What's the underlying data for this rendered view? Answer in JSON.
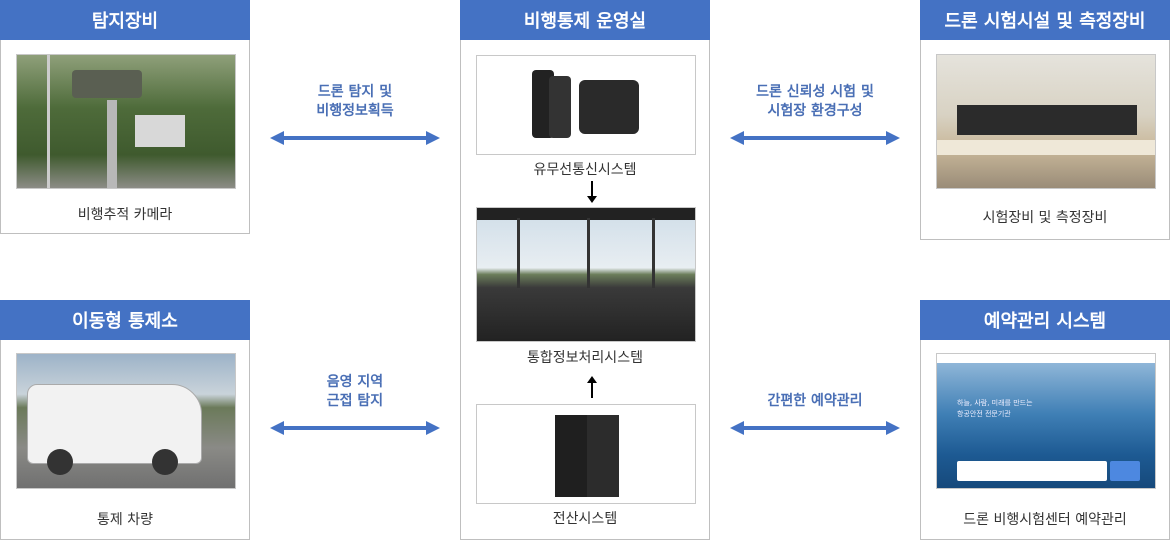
{
  "boxes": {
    "detection": {
      "title": "탐지장비",
      "caption": "비행추적 카메라"
    },
    "mobile": {
      "title": "이동형 통제소",
      "caption": "통제 차량"
    },
    "control_room": {
      "title": "비행통제 운영실",
      "captions": [
        "유무선통신시스템",
        "통합정보처리시스템",
        "전산시스템"
      ]
    },
    "test_facility": {
      "title": "드론 시험시설 및 측정장비",
      "caption": "시험장비 및 측정장비"
    },
    "reservation": {
      "title": "예약관리 시스템",
      "caption": "드론 비행시험센터 예약관리",
      "screen_text": [
        "하늘, 사람, 미래를 만드는",
        "항공안전 전문기관"
      ]
    }
  },
  "arrows": {
    "top_left": [
      "드론 탐지  및",
      "비행정보획득"
    ],
    "bottom_left": [
      "음영 지역",
      "근접 탐지"
    ],
    "top_right": [
      "드론 신뢰성 시험 및",
      "시험장 환경구성"
    ],
    "bottom_right": [
      "간편한 예약관리"
    ]
  },
  "colors": {
    "header": "#4472c4",
    "arrow": "#4472c4",
    "arrow_text": "#4a6fb5"
  }
}
